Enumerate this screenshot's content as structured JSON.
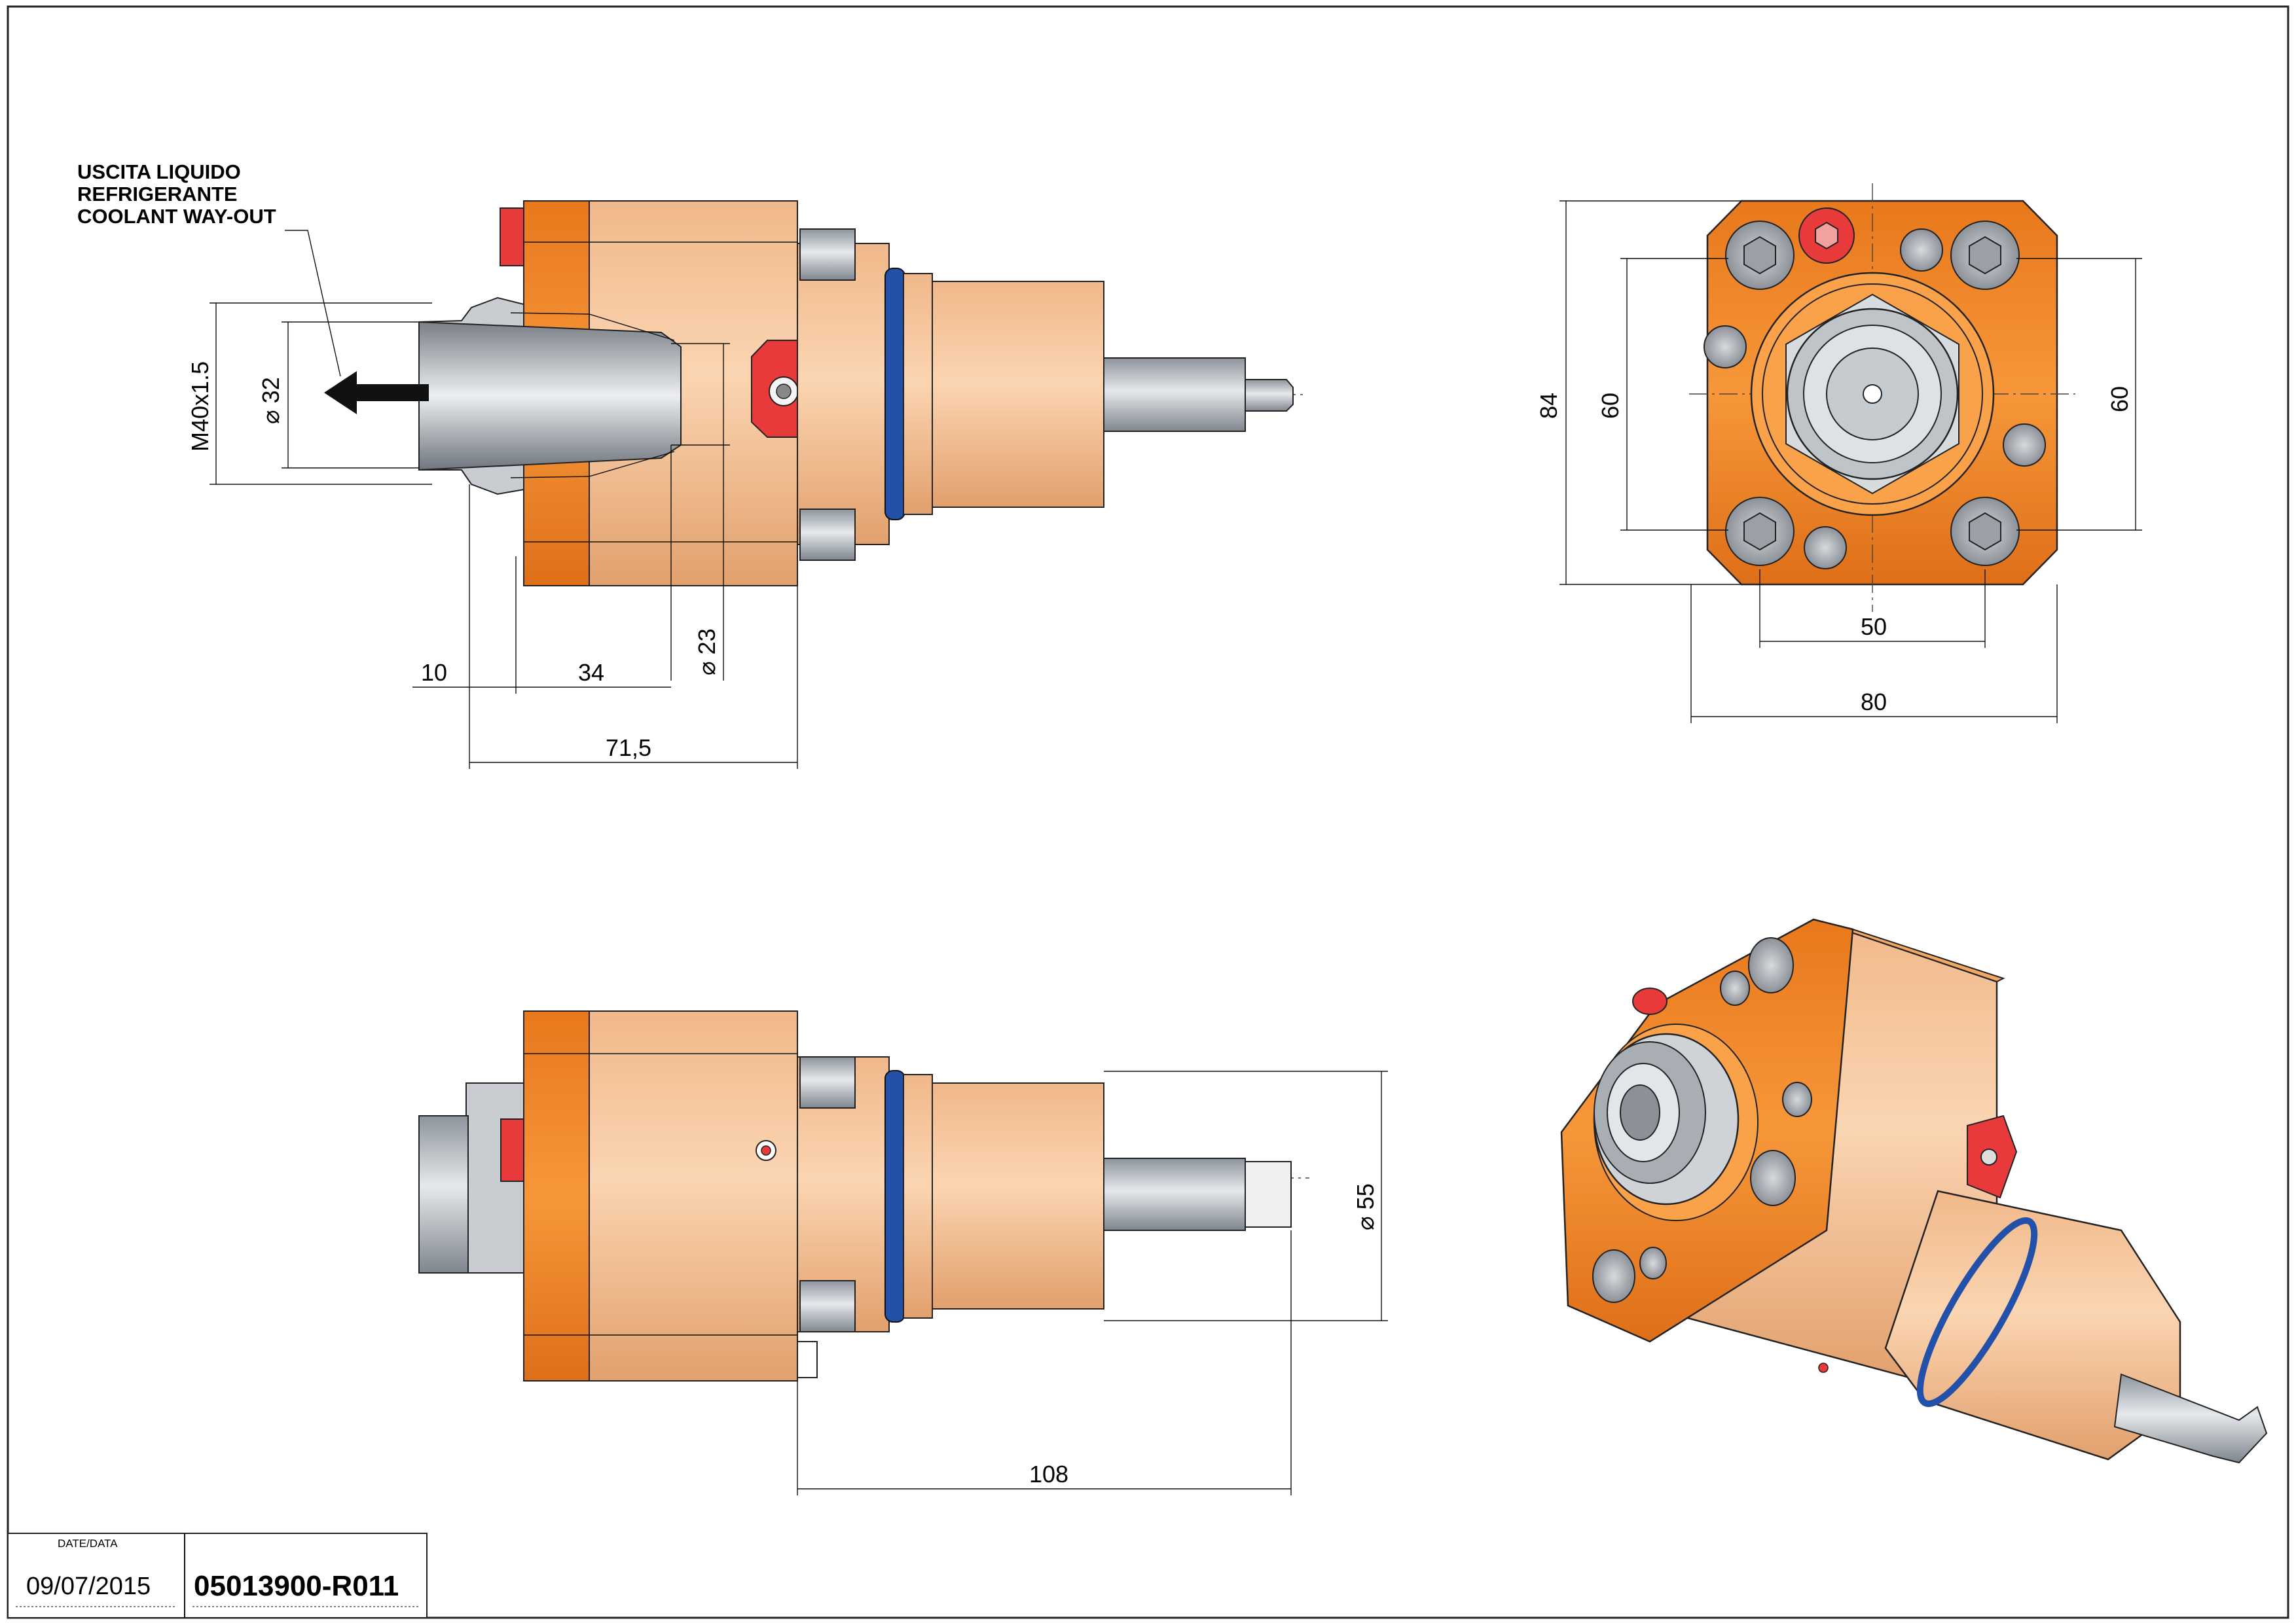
{
  "note": {
    "line1": "USCITA LIQUIDO",
    "line2": "REFRIGERANTE",
    "line3": "COOLANT WAY-OUT"
  },
  "side_view_dims": {
    "thread": "M40x1.5",
    "d32": "⌀ 32",
    "d23": "⌀ 23",
    "d10": "10",
    "d34": "34",
    "d715": "71,5"
  },
  "front_view_dims": {
    "h84": "84",
    "h60_left": "60",
    "h60_right": "60",
    "w50": "50",
    "w80": "80"
  },
  "bottom_view_dims": {
    "d55": "⌀ 55",
    "l108": "108"
  },
  "title_block": {
    "date_label": "DATE/DATA",
    "date_value": "09/07/2015",
    "code": "05013900-R011"
  },
  "colors": {
    "orange": "#f4892a",
    "orange_dark": "#d9711a",
    "body": "#f8c79b",
    "body_shade": "#e5a874",
    "steel": "#b8bec6",
    "red": "#e83a3a",
    "blue_ring": "#2350a8"
  }
}
